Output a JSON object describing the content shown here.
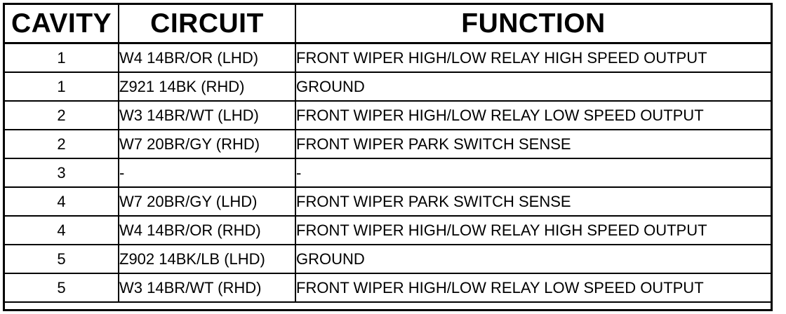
{
  "table": {
    "headers": {
      "cavity": "CAVITY",
      "circuit": "CIRCUIT",
      "function": "FUNCTION"
    },
    "rows": [
      {
        "cavity": "1",
        "circuit": "W4 14BR/OR (LHD)",
        "function": "FRONT WIPER HIGH/LOW RELAY HIGH SPEED OUTPUT"
      },
      {
        "cavity": "1",
        "circuit": "Z921 14BK (RHD)",
        "function": "GROUND"
      },
      {
        "cavity": "2",
        "circuit": "W3 14BR/WT (LHD)",
        "function": "FRONT WIPER HIGH/LOW RELAY LOW SPEED OUTPUT"
      },
      {
        "cavity": "2",
        "circuit": "W7 20BR/GY (RHD)",
        "function": "FRONT WIPER PARK SWITCH SENSE"
      },
      {
        "cavity": "3",
        "circuit": "-",
        "function": "-"
      },
      {
        "cavity": "4",
        "circuit": "W7 20BR/GY (LHD)",
        "function": "FRONT WIPER PARK SWITCH SENSE"
      },
      {
        "cavity": "4",
        "circuit": "W4 14BR/OR (RHD)",
        "function": "FRONT WIPER HIGH/LOW RELAY HIGH SPEED OUTPUT"
      },
      {
        "cavity": "5",
        "circuit": "Z902 14BK/LB (LHD)",
        "function": "GROUND"
      },
      {
        "cavity": "5",
        "circuit": "W3 14BR/WT (RHD)",
        "function": "FRONT WIPER HIGH/LOW RELAY LOW SPEED OUTPUT"
      }
    ]
  },
  "colors": {
    "text": "#000000",
    "border": "#000000",
    "background": "#ffffff"
  }
}
